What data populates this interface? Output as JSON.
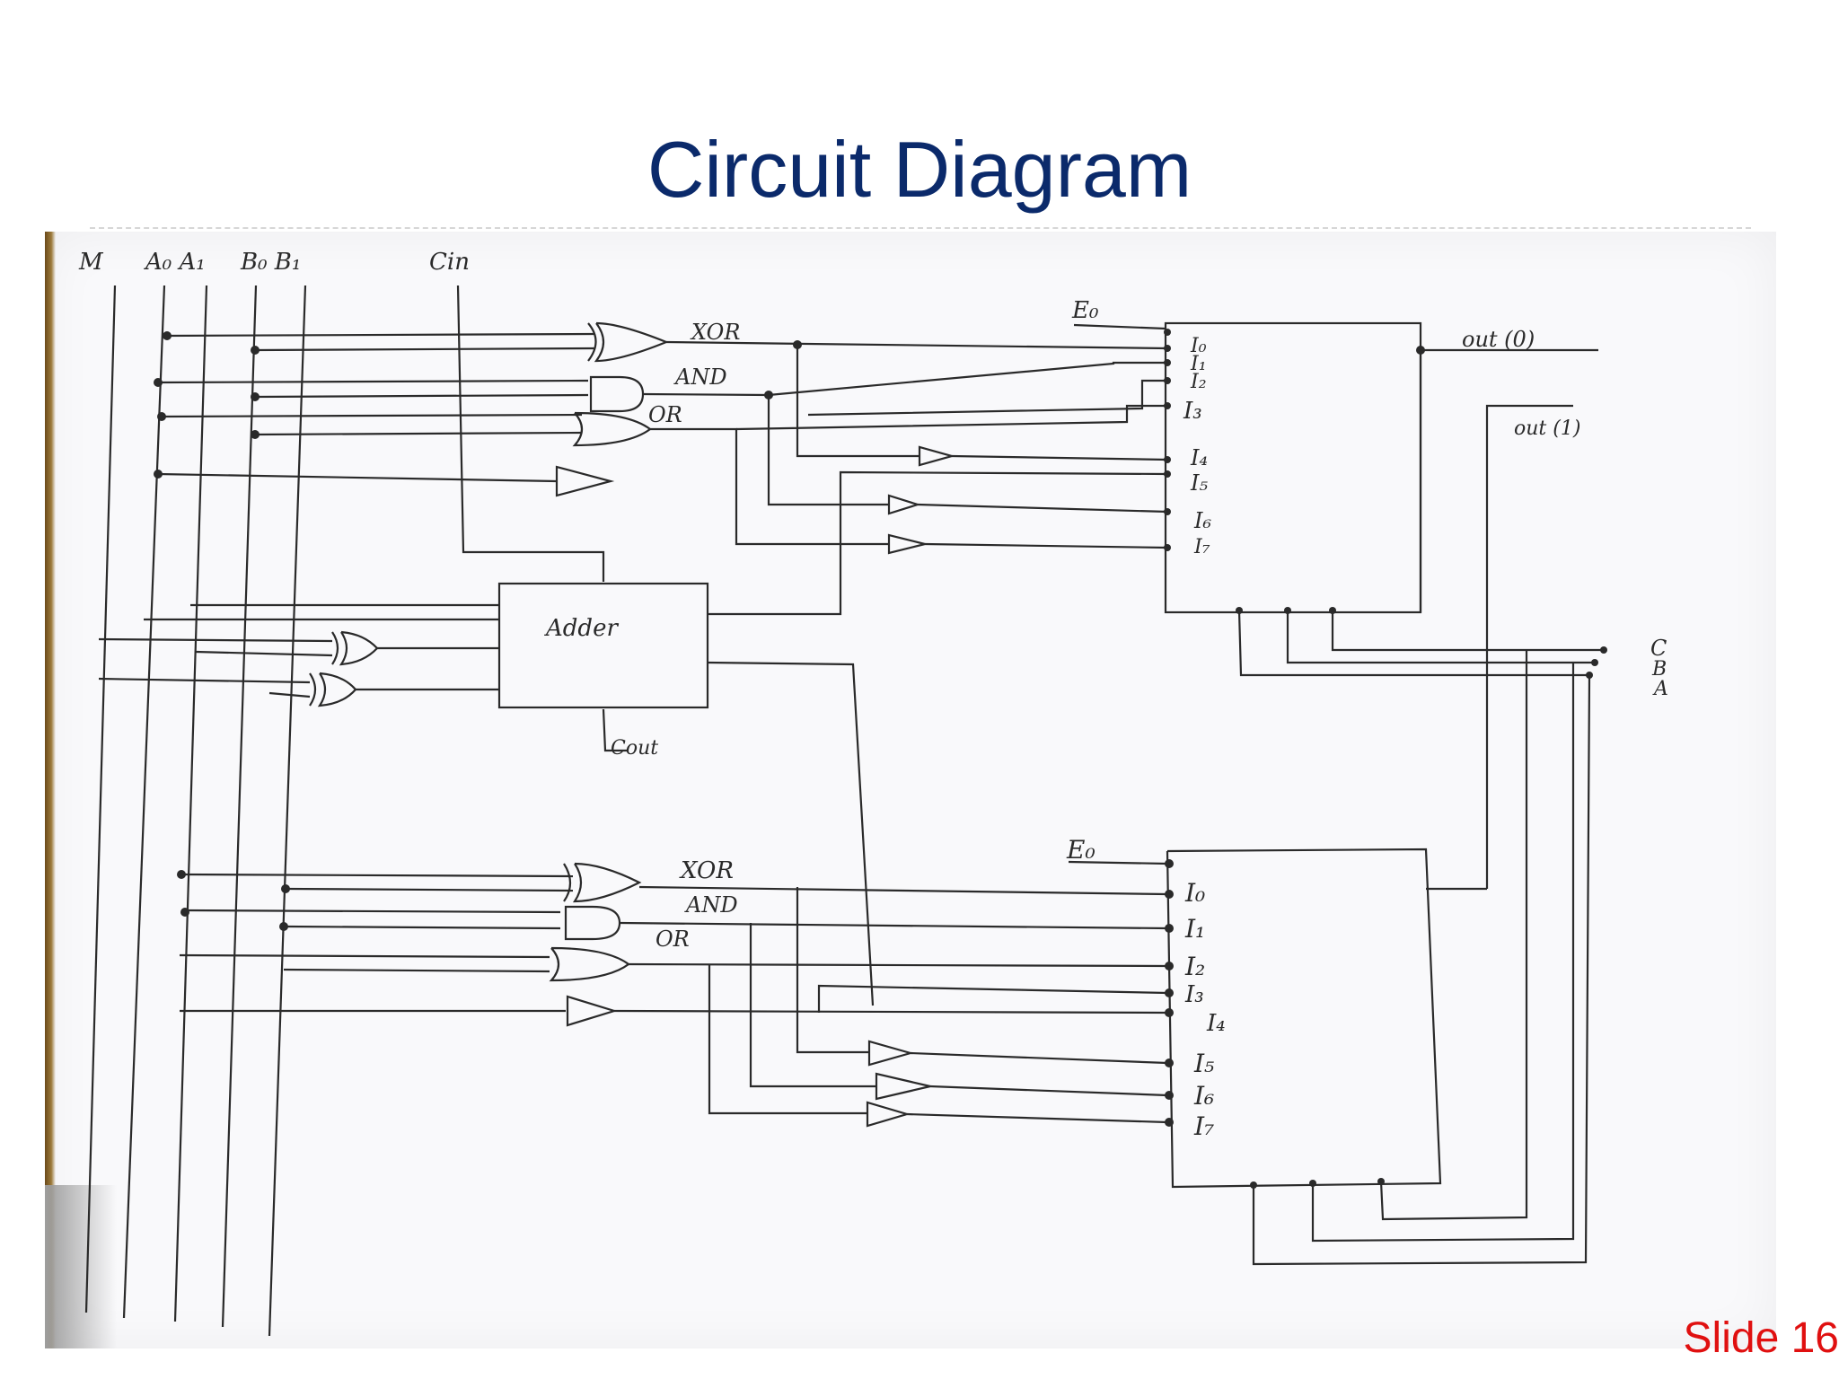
{
  "slide": {
    "title": "Circuit Diagram",
    "number": "Slide 16"
  },
  "diagram": {
    "inputs": [
      "M",
      "A₀ A₁",
      "B₀ B₁",
      "Cin"
    ],
    "upper": {
      "gates": [
        "XOR",
        "AND",
        "OR"
      ],
      "enable": "E₀",
      "mux_inputs": [
        "I₀",
        "I₁",
        "I₂",
        "I₃",
        "I₄",
        "I₅",
        "I₆",
        "I₇"
      ],
      "outputs": [
        "out (0)",
        "out (1)"
      ]
    },
    "adder": {
      "label": "Adder",
      "carry_out": "Cout"
    },
    "lower": {
      "gates": [
        "XOR",
        "AND",
        "OR"
      ],
      "enable": "E₀",
      "mux_inputs": [
        "I₀",
        "I₁",
        "I₂",
        "I₃",
        "I₄",
        "I₅",
        "I₆",
        "I₇"
      ]
    },
    "select_lines": [
      "C",
      "B",
      "A"
    ]
  }
}
